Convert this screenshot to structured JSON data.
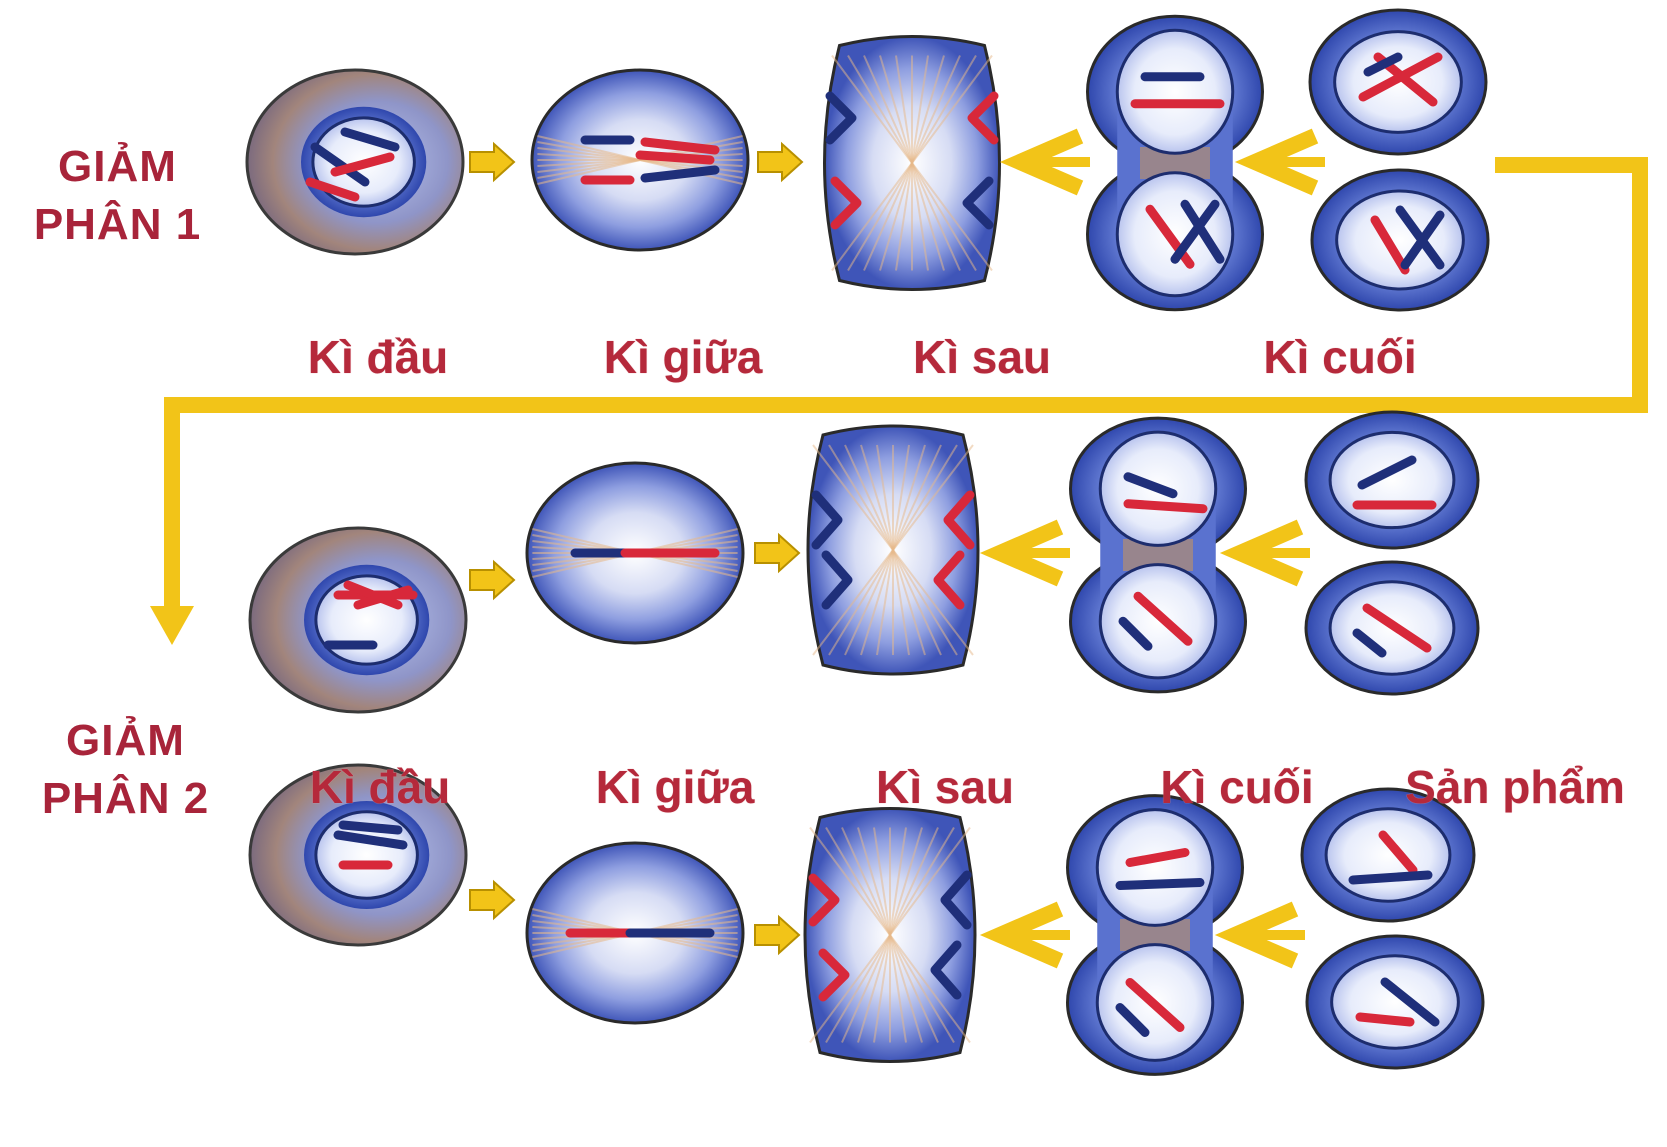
{
  "diagram": {
    "meiosis_1": {
      "title_line1": "GIẢM",
      "title_line2": "PHÂN 1",
      "stages": [
        "Kì đầu",
        "Kì giữa",
        "Kì sau",
        "Kì cuối"
      ]
    },
    "meiosis_2": {
      "title_line1": "GIẢM",
      "title_line2": "PHÂN 2",
      "stages": [
        "Kì đầu",
        "Kì giữa",
        "Kì sau",
        "Kì cuối",
        "Sản phẩm"
      ]
    }
  },
  "colors": {
    "label_red": "#b5293b",
    "arrow_yellow": "#f2c418",
    "nuclear_blue": "#3d5fc4",
    "cytoplasm_tan": "#a88a7c",
    "chromosome_red": "#d8283a",
    "chromosome_blue": "#1f2f7a"
  }
}
